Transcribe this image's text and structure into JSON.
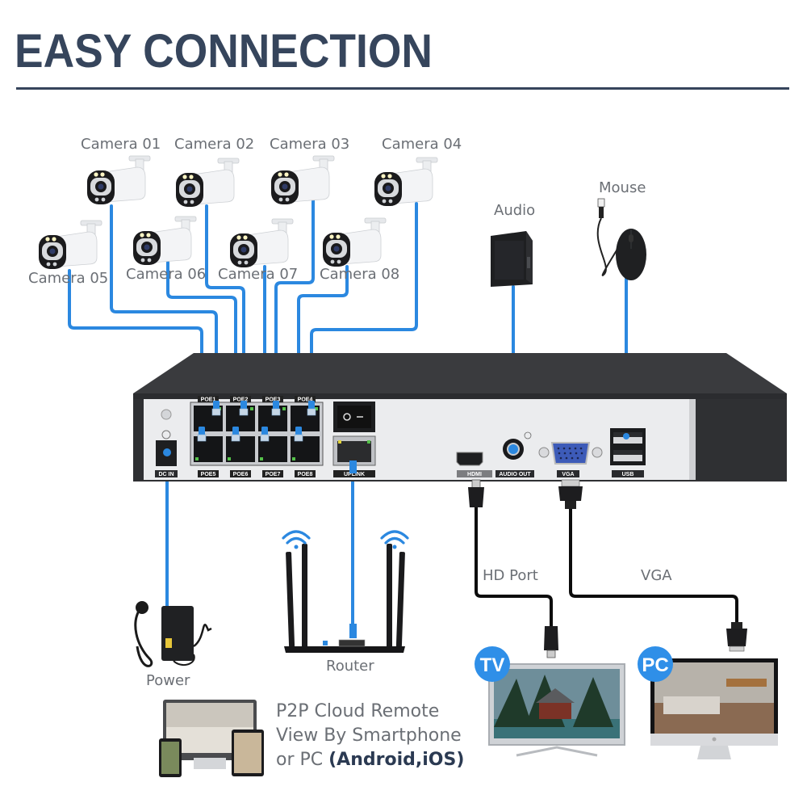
{
  "title": "EASY CONNECTION",
  "cameras": [
    {
      "label": "Camera 01"
    },
    {
      "label": "Camera 02"
    },
    {
      "label": "Camera 03"
    },
    {
      "label": "Camera 04"
    },
    {
      "label": "Camera 05"
    },
    {
      "label": "Camera 06"
    },
    {
      "label": "Camera 07"
    },
    {
      "label": "Camera 08"
    }
  ],
  "devices": {
    "audio": "Audio",
    "mouse": "Mouse",
    "power": "Power",
    "router": "Router",
    "hd_port": "HD Port",
    "vga": "VGA",
    "tv_badge": "TV",
    "pc_badge": "PC"
  },
  "nvr_ports": {
    "top_row": [
      "POE1",
      "POE2",
      "POE3",
      "POE4"
    ],
    "bottom_row": [
      "POE5",
      "POE6",
      "POE7",
      "POE8"
    ],
    "dc_in": "DC IN",
    "uplink": "UPLINK",
    "hdmi": "HDMI",
    "audio_out": "AUDIO OUT",
    "vga": "VGA",
    "usb": "USB"
  },
  "p2p": {
    "line1": "P2P Cloud Remote",
    "line2": "View By Smartphone",
    "line3_prefix": "or PC ",
    "line3_bold": "(Android,iOS)"
  },
  "colors": {
    "title": "#36455c",
    "cable_blue": "#2b88e0",
    "badge_blue": "#2f8fe8",
    "nvr_body": "#3a3b3e",
    "nvr_panel": "#e9eaec"
  }
}
